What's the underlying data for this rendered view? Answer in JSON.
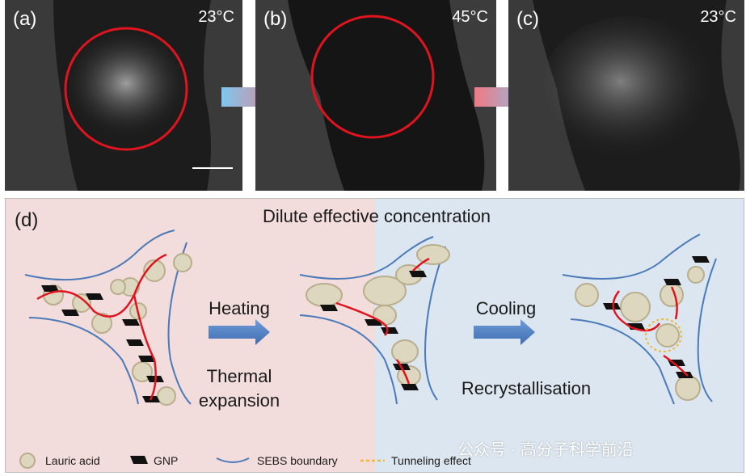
{
  "panels": [
    {
      "label": "(a)",
      "temp": "23°C"
    },
    {
      "label": "(b)",
      "temp": "45°C"
    },
    {
      "label": "(c)",
      "temp": "23°C"
    }
  ],
  "diagram": {
    "label": "(d)",
    "title": "Dilute effective concentration",
    "heating": "Heating",
    "cooling": "Cooling",
    "thermal_line1": "Thermal",
    "thermal_line2": "expansion",
    "recrystallisation": "Recrystallisation"
  },
  "legend": {
    "lauric": "Lauric acid",
    "gnp": "GNP",
    "sebs": "SEBS boundary",
    "tunneling": "Tunneling effect"
  },
  "watermark": "公众号 · 高分子科学前沿",
  "colors": {
    "left_bg": "#f2dcdc",
    "right_bg": "#dce6f0",
    "circle": "#e0141e",
    "boundary": "#4a7ab8",
    "arrow": "#4f81bd",
    "lauric_fill": "#ded7bf",
    "lauric_stroke": "#b9ae8c",
    "tunneling": "#f2b630"
  }
}
